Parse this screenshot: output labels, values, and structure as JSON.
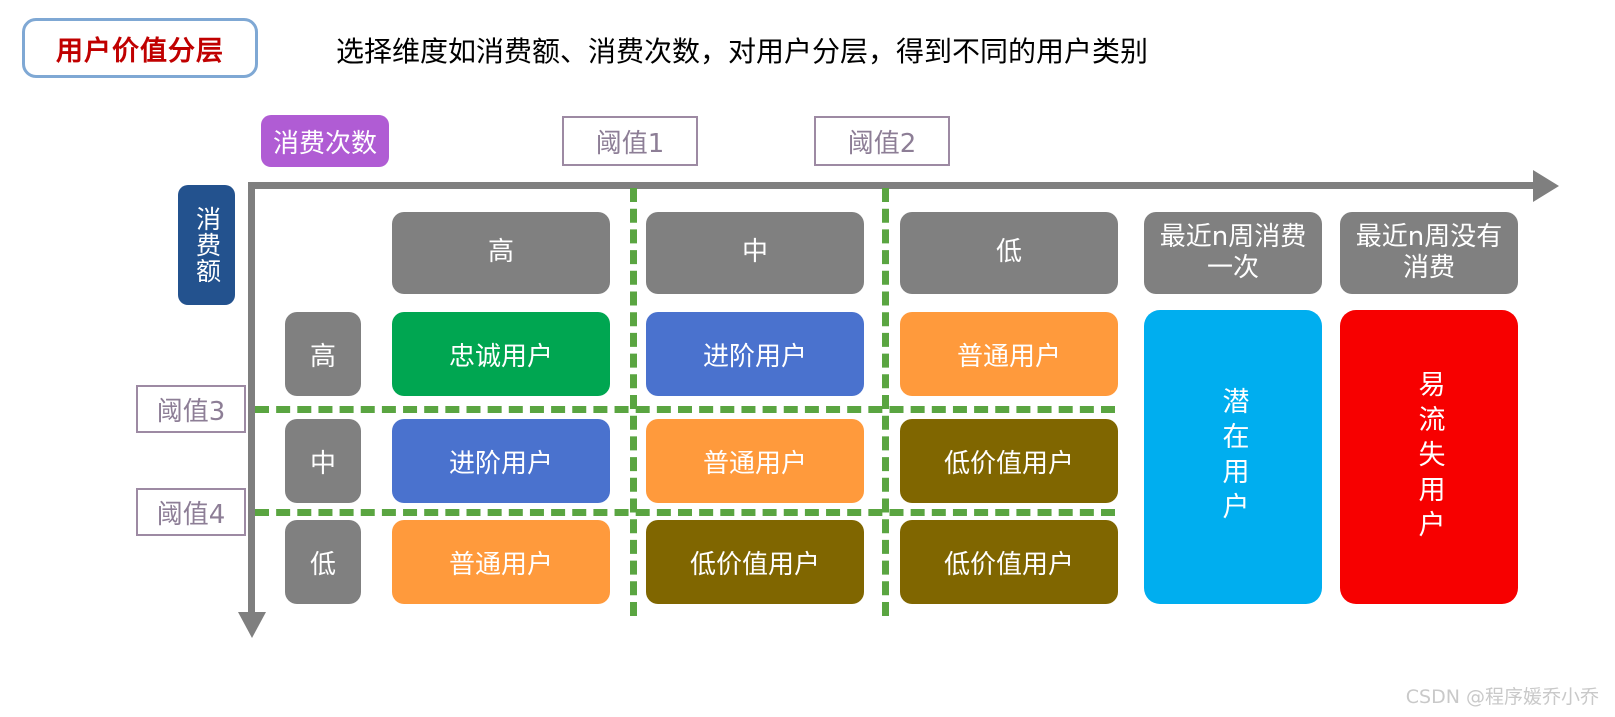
{
  "header": {
    "badge_label": "用户价值分层",
    "description": "选择维度如消费额、消费次数，对用户分层，得到不同的用户类别"
  },
  "axes": {
    "x_label": "消费次数",
    "y_label": "消费额"
  },
  "thresholds": {
    "t1": "阈值1",
    "t2": "阈值2",
    "t3": "阈值3",
    "t4": "阈值4"
  },
  "column_headers": [
    "高",
    "中",
    "低",
    "最近n周消费一次",
    "最近n周没有消费"
  ],
  "row_headers": [
    "高",
    "中",
    "低"
  ],
  "matrix": [
    [
      "忠诚用户",
      "进阶用户",
      "普通用户"
    ],
    [
      "进阶用户",
      "普通用户",
      "低价值用户"
    ],
    [
      "普通用户",
      "低价值用户",
      "低价值用户"
    ]
  ],
  "side_cells": [
    {
      "label": "潜在用户",
      "color": "#00aeef"
    },
    {
      "label": "易流失用户",
      "color": "#f70000"
    }
  ],
  "colors": {
    "loyal_green": "#00a651",
    "advanced_blue": "#4a72ce",
    "normal_orange": "#ff9a3c",
    "lowvalue_olive": "#806600",
    "header_gray": "#808080",
    "axis_gray": "#7f7f7f",
    "divider_green": "#5aa541",
    "x_badge_purple": "#b05cd4",
    "y_badge_blue": "#23528e",
    "title_red": "#c00000",
    "title_border_blue": "#7fa8d4",
    "threshold_mauve": "#9d8aa3"
  },
  "watermark": "CSDN @程序媛乔小乔"
}
